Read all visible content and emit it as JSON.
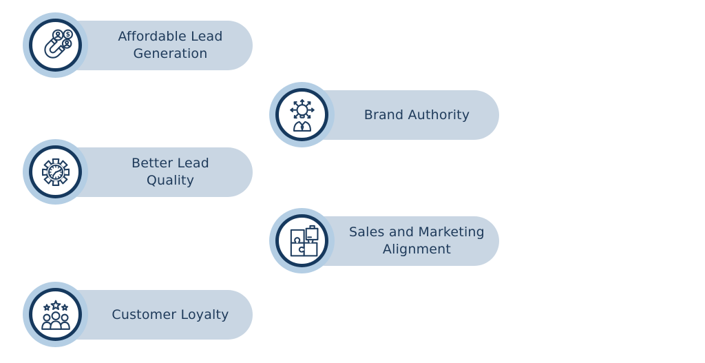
{
  "page": {
    "background_color": "#ffffff",
    "description": "Benefits infographic with five staggered pill items"
  },
  "colors": {
    "pill_fill": "#c9d6e3",
    "halo_fill": "#b4cee4",
    "ring_stroke": "#16395e",
    "icon_stroke": "#1f3d5f",
    "label_text": "#1e3a5a"
  },
  "benefits": [
    {
      "id": "affordable-lead-generation",
      "label": "Affordable Lead Generation",
      "label_lines": [
        "Affordable Lead",
        "Generation"
      ],
      "icon": "magnet-attracting-leads-icon",
      "column": "left"
    },
    {
      "id": "brand-authority",
      "label": "Brand Authority",
      "label_lines": [
        "Brand Authority"
      ],
      "icon": "lightbulb-person-arrows-icon",
      "column": "right"
    },
    {
      "id": "better-lead-quality",
      "label": "Better Lead Quality",
      "label_lines": [
        "Better Lead",
        "Quality"
      ],
      "icon": "gear-clock-icon",
      "column": "left"
    },
    {
      "id": "sales-marketing-alignment",
      "label": "Sales and Marketing Alignment",
      "label_lines": [
        "Sales and Marketing",
        "Alignment"
      ],
      "icon": "puzzle-pieces-icon",
      "column": "right"
    },
    {
      "id": "customer-loyalty",
      "label": "Customer Loyalty",
      "label_lines": [
        "Customer Loyalty"
      ],
      "icon": "people-stars-icon",
      "column": "left"
    }
  ]
}
